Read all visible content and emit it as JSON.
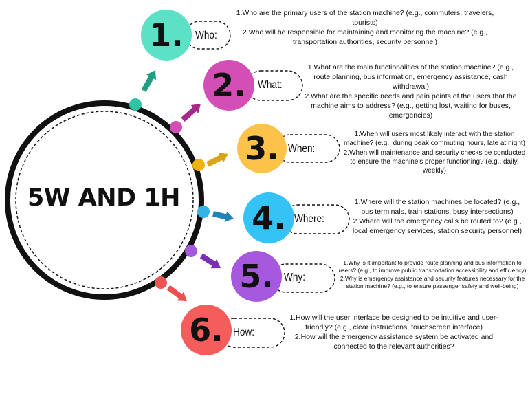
{
  "title": "5W AND 1H",
  "steps": [
    {
      "number": "1.",
      "label": "Who:",
      "color": "#5CE1C6",
      "dot_color": "#2EC4A3",
      "arrow_color": "#1F9E84",
      "questions": [
        "1.Who are the primary users of the station machine? (e.g., commuters, travelers, tourists)",
        "2.Who will be responsible for maintaining and monitoring the machine? (e.g., transportation authorities, security personnel)"
      ]
    },
    {
      "number": "2.",
      "label": "What:",
      "color": "#D44FB5",
      "dot_color": "#D44FB5",
      "arrow_color": "#A82A88",
      "questions": [
        "1.What are the main functionalities of the station machine? (e.g., route planning, bus information, emergency assistance, cash withdrawal)",
        "2.What are the specific needs and pain points of the users that the machine aims to address? (e.g., getting lost, waiting for buses, emergencies)"
      ]
    },
    {
      "number": "3.",
      "label": "When:",
      "color": "#FCC24A",
      "dot_color": "#F2B20C",
      "arrow_color": "#D9A514",
      "questions": [
        "1.When will users most likely interact with the station machine? (e.g., during peak commuting hours, late at night)",
        "2.When will maintenance and security checks be conducted to ensure the machine's proper functioning? (e.g., daily, weekly)"
      ]
    },
    {
      "number": "4.",
      "label": "Where:",
      "color": "#35C2F5",
      "dot_color": "#35B2E8",
      "arrow_color": "#2283B8",
      "questions": [
        "1.Where will the station machines be located? (e.g., bus terminals, train stations, busy intersections)",
        "2.Where will the emergency calls be routed to? (e.g., local emergency services, station security personnel)"
      ]
    },
    {
      "number": "5.",
      "label": "Why:",
      "color": "#A659DE",
      "dot_color": "#A659DE",
      "arrow_color": "#7A2FB3",
      "questions": [
        "1.Why is it important to provide route planning and bus information to users? (e.g., to improve public transportation accessibility and efficiency)",
        "2.Why is emergency assistance and security features necessary for the station machine? (e.g., to ensure passenger safety and well-being)"
      ]
    },
    {
      "number": "6.",
      "label": "How:",
      "color": "#F55C5C",
      "dot_color": "#F05454",
      "arrow_color": "#EE5050",
      "questions": [
        "1.How will the user interface be designed to be intuitive and user-friendly? (e.g., clear instructions, touchscreen interface)",
        "2.How will the emergency assistance system be activated and connected to the relevant authorities?"
      ]
    }
  ]
}
